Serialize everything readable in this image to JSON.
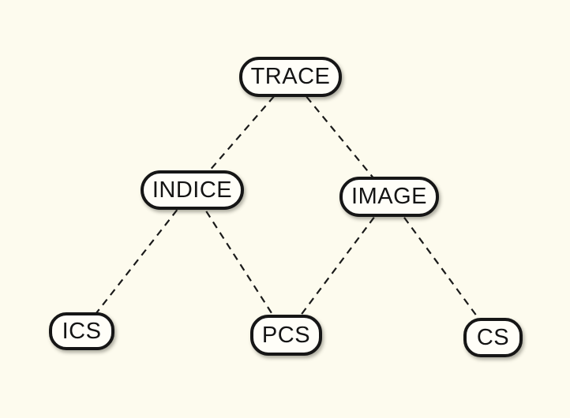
{
  "diagram": {
    "background_color": "#FDFBEE",
    "node_fill_color": "#FFFEF8",
    "node_border_color": "#161616",
    "edge_color": "#1A1A1A",
    "edge_style": "dashed",
    "nodes": [
      {
        "id": "trace",
        "label": "TRACE"
      },
      {
        "id": "indice",
        "label": "INDICE"
      },
      {
        "id": "image",
        "label": "IMAGE"
      },
      {
        "id": "ics",
        "label": "ICS"
      },
      {
        "id": "pcs",
        "label": "PCS"
      },
      {
        "id": "cs",
        "label": "CS"
      }
    ],
    "edges": [
      {
        "from": "TRACE",
        "to": "INDICE"
      },
      {
        "from": "TRACE",
        "to": "IMAGE"
      },
      {
        "from": "INDICE",
        "to": "ICS"
      },
      {
        "from": "INDICE",
        "to": "PCS"
      },
      {
        "from": "IMAGE",
        "to": "PCS"
      },
      {
        "from": "IMAGE",
        "to": "CS"
      }
    ]
  }
}
